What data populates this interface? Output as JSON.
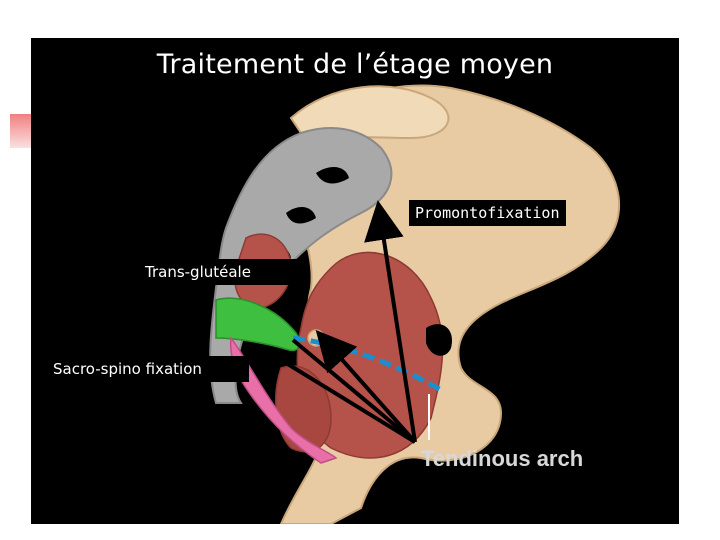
{
  "title": "Traitement de l’étage moyen",
  "labels": {
    "promontofixation": "Promontofixation",
    "trans_gluteale": "Trans-glutéale",
    "sacro_spino": "Sacro-spino fixation",
    "tendinous_arch": "Tendinous arch"
  },
  "colors": {
    "background": "#000000",
    "bone": "#e8cba2",
    "sacrum_grey": "#a9a9a9",
    "muscle": "#b5524a",
    "ligament_green": "#3fbf3f",
    "ligament_pink": "#e86fa8",
    "arch_dash": "#1a8fd0",
    "arrow": "#000000"
  }
}
